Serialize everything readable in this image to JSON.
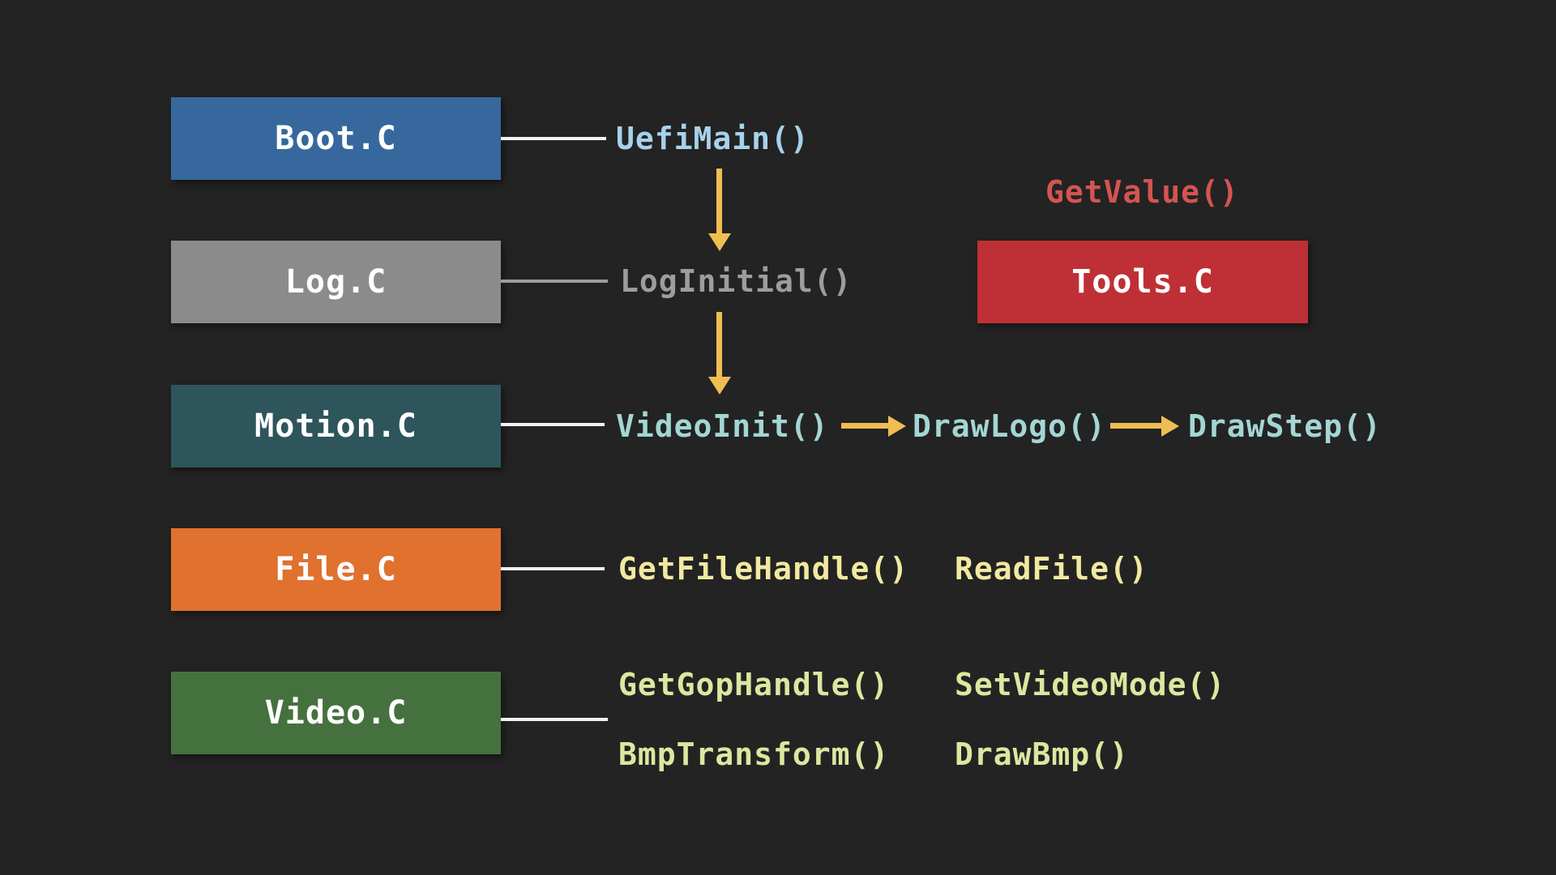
{
  "canvas": {
    "background": "#232323"
  },
  "boxes": {
    "boot": {
      "label": "Boot.C",
      "color": "#36689D"
    },
    "log": {
      "label": "Log.C",
      "color": "#8B8B8B"
    },
    "motion": {
      "label": "Motion.C",
      "color": "#2E555C"
    },
    "file": {
      "label": "File.C",
      "color": "#E0712F"
    },
    "video": {
      "label": "Video.C",
      "color": "#45713E"
    },
    "tools": {
      "label": "Tools.C",
      "color": "#BE3036"
    }
  },
  "functions": {
    "uefi_main": {
      "label": "UefiMain()",
      "color": "#A6D2EC",
      "module": "Boot.C"
    },
    "get_value": {
      "label": "GetValue()",
      "color": "#D45450",
      "module": "Tools.C"
    },
    "log_initial": {
      "label": "LogInitial()",
      "color": "#9D9D9D",
      "module": "Log.C"
    },
    "video_init": {
      "label": "VideoInit()",
      "color": "#A3D6D4",
      "module": "Motion.C"
    },
    "draw_logo": {
      "label": "DrawLogo()",
      "color": "#A3D6D4",
      "module": "Motion.C"
    },
    "draw_step": {
      "label": "DrawStep()",
      "color": "#A3D6D4",
      "module": "Motion.C"
    },
    "get_file_handle": {
      "label": "GetFileHandle()",
      "color": "#F2E9A1",
      "module": "File.C"
    },
    "read_file": {
      "label": "ReadFile()",
      "color": "#F2E9A1",
      "module": "File.C"
    },
    "get_gop_handle": {
      "label": "GetGopHandle()",
      "color": "#DAE8A0",
      "module": "Video.C"
    },
    "set_video_mode": {
      "label": "SetVideoMode()",
      "color": "#DAE8A0",
      "module": "Video.C"
    },
    "bmp_transform": {
      "label": "BmpTransform()",
      "color": "#DAE8A0",
      "module": "Video.C"
    },
    "draw_bmp": {
      "label": "DrawBmp()",
      "color": "#DAE8A0",
      "module": "Video.C"
    }
  },
  "arrows": {
    "color": "#EFBE52",
    "flow": [
      "UefiMain() -> LogInitial()",
      "LogInitial() -> VideoInit()",
      "VideoInit() -> DrawLogo()",
      "DrawLogo() -> DrawStep()"
    ]
  },
  "connectors": {
    "default_color": "#F2F2F2",
    "log_color": "#9D9D9D"
  }
}
